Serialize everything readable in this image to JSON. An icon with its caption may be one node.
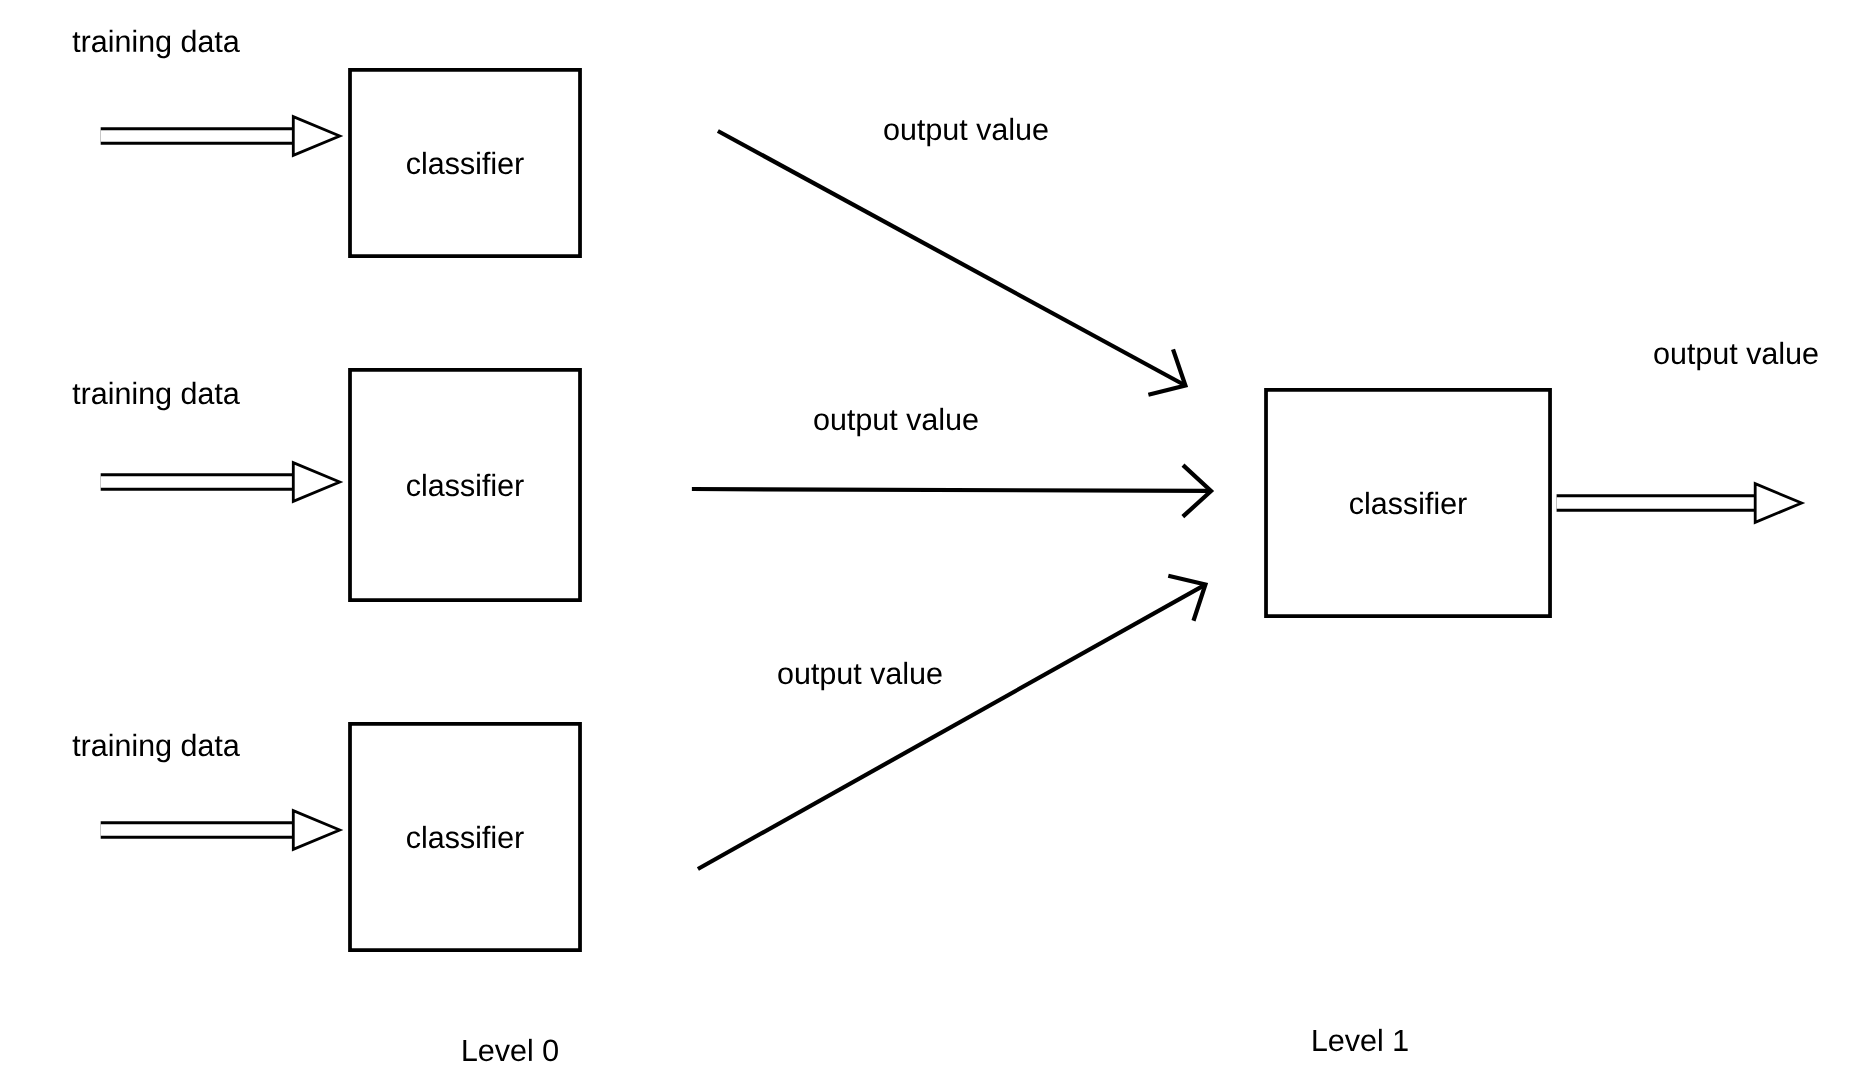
{
  "diagram": {
    "nodes": [
      {
        "text": [
          "classifier"
        ]
      },
      {
        "text": [
          "classifier"
        ]
      },
      {
        "text": [
          "classifier"
        ]
      },
      {
        "text": [
          "classifier"
        ]
      }
    ],
    "edges": [
      {
        "from": null,
        "to": 0,
        "arrow": "to",
        "label": "training data"
      },
      {
        "from": null,
        "to": 1,
        "arrow": "to",
        "label": "training data"
      },
      {
        "from": null,
        "to": 2,
        "arrow": "to",
        "label": "training data"
      },
      {
        "from": 0,
        "to": 3,
        "arrow": "to",
        "label": "output value"
      },
      {
        "from": 1,
        "to": 3,
        "arrow": "to",
        "label": "output value"
      },
      {
        "from": 2,
        "to": 3,
        "arrow": "to",
        "label": "output value"
      },
      {
        "from": 3,
        "to": null,
        "arrow": "to",
        "label": "output value"
      }
    ],
    "labels": [
      "Level 0",
      "Level 1"
    ]
  }
}
